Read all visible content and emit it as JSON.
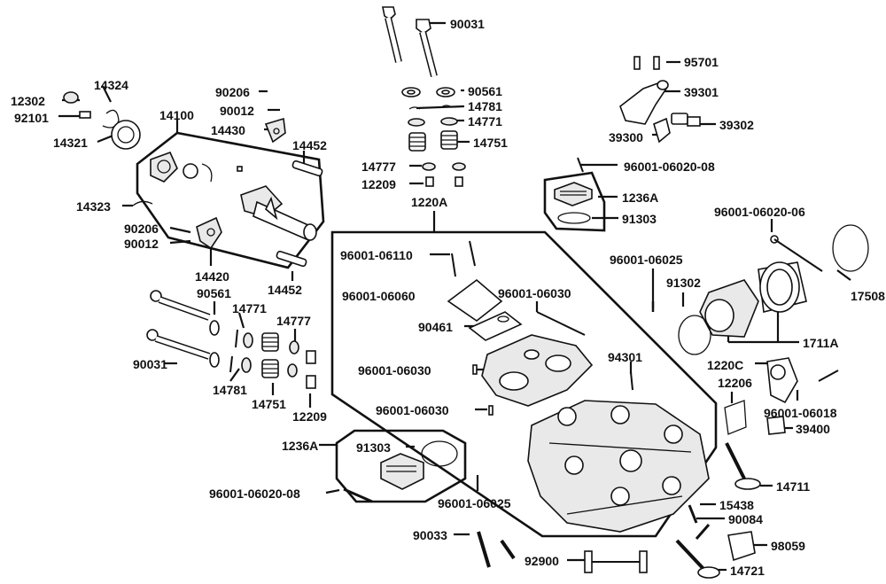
{
  "diagram": {
    "labels": {
      "p90031_top": "90031",
      "p95701": "95701",
      "p39301": "39301",
      "p39302": "39302",
      "p39300": "39300",
      "p90561_top": "90561",
      "p14781_top": "14781",
      "p14771_top": "14771",
      "p14751_top": "14751",
      "p14777_top": "14777",
      "p12209_top": "12209",
      "p96001_06020_08_top": "96001-06020-08",
      "p1236A_top": "1236A",
      "p91303_top": "91303",
      "p1220A": "1220A",
      "p12302": "12302",
      "p14324": "14324",
      "p92101": "92101",
      "p14100": "14100",
      "p14321": "14321",
      "p90206_top": "90206",
      "p90012_top": "90012",
      "p14430": "14430",
      "p14452_top": "14452",
      "p14323": "14323",
      "p90206_mid": "90206",
      "p90012_mid": "90012",
      "p14420": "14420",
      "p14452_mid": "14452",
      "p90561_left": "90561",
      "p14771_left": "14771",
      "p14777_left": "14777",
      "p90031_left": "90031",
      "p14781_left": "14781",
      "p14751_left": "14751",
      "p12209_left": "12209",
      "p96001_06110": "96001-06110",
      "p96001_06060": "96001-06060",
      "p96001_06030_a": "96001-06030",
      "p90461": "90461",
      "p96001_06030_b": "96001-06030",
      "p96001_06030_c": "96001-06030",
      "p94301": "94301",
      "p96001_06020_06": "96001-06020-06",
      "p96001_06025_right": "96001-06025",
      "p91302": "91302",
      "p17508": "17508",
      "p1711A": "1711A",
      "p1220C": "1220C",
      "p12206": "12206",
      "p96001_06018": "96001-06018",
      "p39400": "39400",
      "p1236A_bottom": "1236A",
      "p91303_bottom": "91303",
      "p96001_06020_08_bottom": "96001-06020-08",
      "p96001_06025_bottom": "96001-06025",
      "p14711": "14711",
      "p15438": "15438",
      "p90084": "90084",
      "p98059": "98059",
      "p90033": "90033",
      "p92900": "92900",
      "p14721": "14721"
    }
  }
}
